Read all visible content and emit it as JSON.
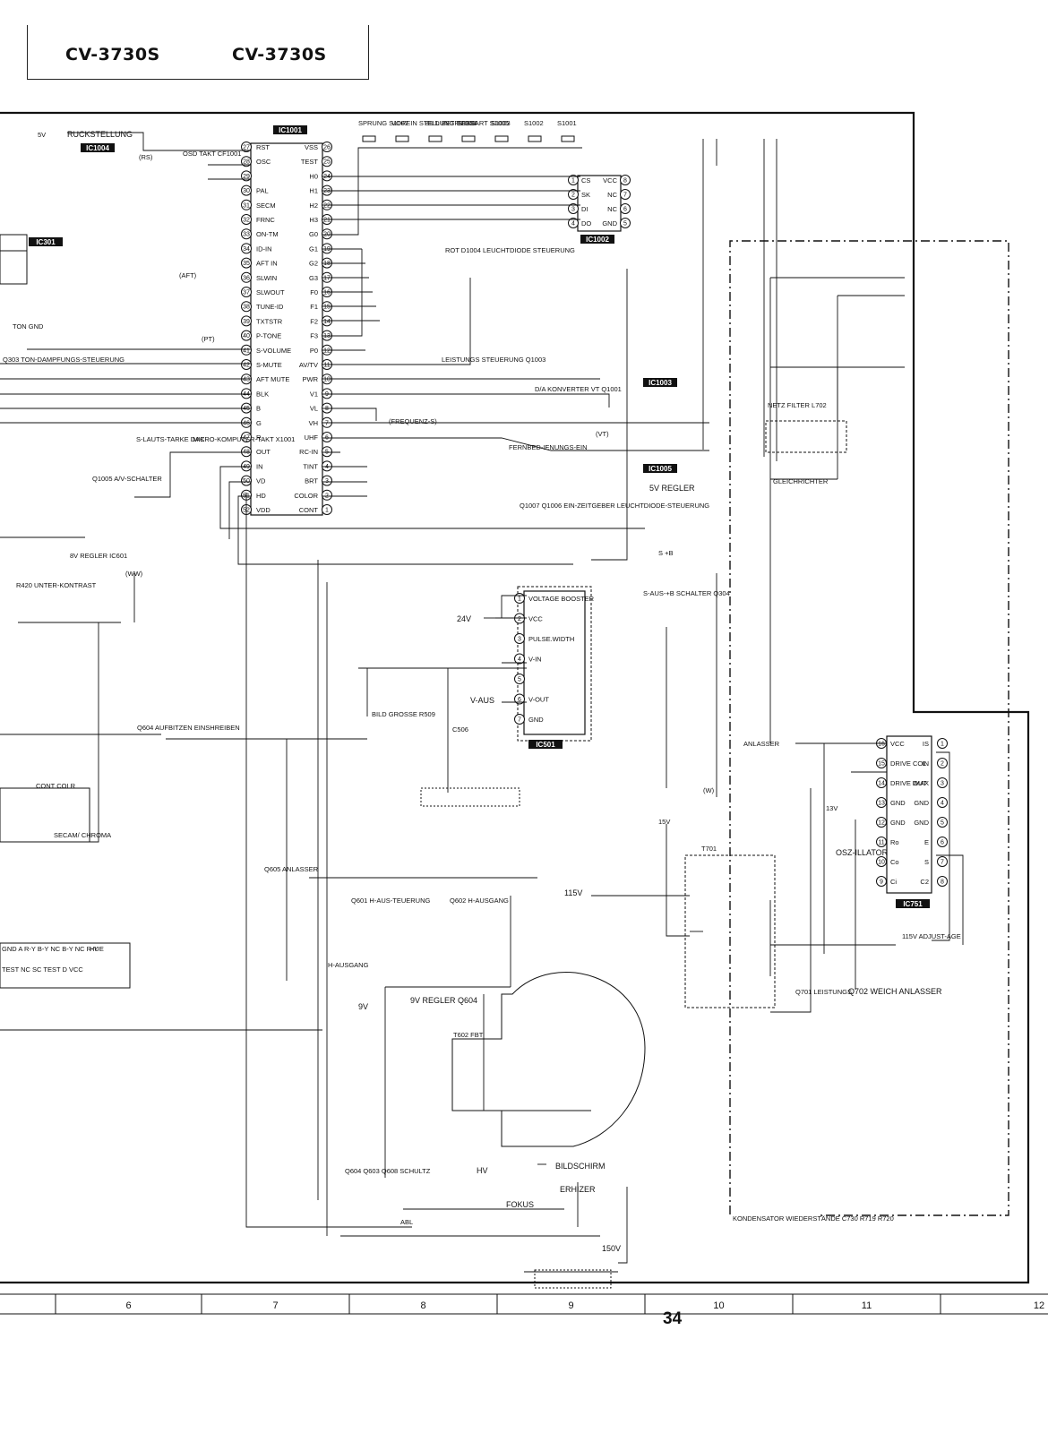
{
  "header": {
    "model_left": "CV-3730S",
    "model_right": "CV-3730S"
  },
  "page_number": "34",
  "grid_columns": [
    "6",
    "7",
    "8",
    "9",
    "10",
    "11",
    "12"
  ],
  "ic_tags": [
    "IC1001",
    "IC1002",
    "IC1003",
    "IC1005",
    "IC1004",
    "IC301",
    "IC501",
    "IC751"
  ],
  "ic1001": {
    "left_pins": [
      {
        "n": "27",
        "name": "RST"
      },
      {
        "n": "28",
        "name": "OSC"
      },
      {
        "n": "29",
        "name": ""
      },
      {
        "n": "30",
        "name": "PAL"
      },
      {
        "n": "31",
        "name": "SECM"
      },
      {
        "n": "32",
        "name": "FRNC"
      },
      {
        "n": "33",
        "name": "ON-TM"
      },
      {
        "n": "34",
        "name": "ID-IN"
      },
      {
        "n": "35",
        "name": "AFT IN"
      },
      {
        "n": "36",
        "name": "SLWIN"
      },
      {
        "n": "37",
        "name": "SLWOUT"
      },
      {
        "n": "38",
        "name": "TUNE-ID"
      },
      {
        "n": "39",
        "name": "TXTSTR"
      },
      {
        "n": "40",
        "name": "P-TONE"
      },
      {
        "n": "41",
        "name": "S-VOLUME"
      },
      {
        "n": "42",
        "name": "S-MUTE"
      },
      {
        "n": "43",
        "name": "AFT MUTE"
      },
      {
        "n": "44",
        "name": "BLK"
      },
      {
        "n": "45",
        "name": "B"
      },
      {
        "n": "46",
        "name": "G"
      },
      {
        "n": "47",
        "name": "R"
      },
      {
        "n": "48",
        "name": "OUT"
      },
      {
        "n": "49",
        "name": "IN"
      },
      {
        "n": "50",
        "name": "VD"
      },
      {
        "n": "51",
        "name": "HD"
      },
      {
        "n": "52",
        "name": "VDD"
      }
    ],
    "right_pins": [
      {
        "n": "26",
        "name": "VSS"
      },
      {
        "n": "25",
        "name": "TEST"
      },
      {
        "n": "24",
        "name": "H0"
      },
      {
        "n": "23",
        "name": "H1"
      },
      {
        "n": "22",
        "name": "H2"
      },
      {
        "n": "21",
        "name": "H3"
      },
      {
        "n": "20",
        "name": "G0"
      },
      {
        "n": "19",
        "name": "G1"
      },
      {
        "n": "18",
        "name": "G2"
      },
      {
        "n": "17",
        "name": "G3"
      },
      {
        "n": "16",
        "name": "F0"
      },
      {
        "n": "15",
        "name": "F1"
      },
      {
        "n": "14",
        "name": "F2"
      },
      {
        "n": "13",
        "name": "F3"
      },
      {
        "n": "12",
        "name": "P0"
      },
      {
        "n": "11",
        "name": "AV/TV"
      },
      {
        "n": "10",
        "name": "PWR"
      },
      {
        "n": "9",
        "name": "V1"
      },
      {
        "n": "8",
        "name": "VL"
      },
      {
        "n": "7",
        "name": "VH"
      },
      {
        "n": "6",
        "name": "UHF"
      },
      {
        "n": "5",
        "name": "RC-IN"
      },
      {
        "n": "4",
        "name": "TINT"
      },
      {
        "n": "3",
        "name": "BRT"
      },
      {
        "n": "2",
        "name": "COLOR"
      },
      {
        "n": "1",
        "name": "CONT"
      }
    ]
  },
  "ic1002_pins": {
    "left": [
      "CS",
      "SK",
      "DI",
      "DO"
    ],
    "left_n": [
      "1",
      "2",
      "3",
      "4"
    ],
    "right": [
      "VCC",
      "NC",
      "NC",
      "GND"
    ],
    "right_n": [
      "8",
      "7",
      "6",
      "5"
    ]
  },
  "ic501_pins": [
    {
      "n": "1",
      "name": "VOLTAGE BOOSTER"
    },
    {
      "n": "2",
      "name": "VCC"
    },
    {
      "n": "3",
      "name": "PULSE.WIDTH"
    },
    {
      "n": "4",
      "name": "V-IN"
    },
    {
      "n": "5",
      "name": ""
    },
    {
      "n": "6",
      "name": "V-OUT"
    },
    {
      "n": "7",
      "name": "GND"
    }
  ],
  "ic751": {
    "left": [
      {
        "n": "16",
        "name": "VCC"
      },
      {
        "n": "15",
        "name": "DRIVE COL"
      },
      {
        "n": "14",
        "name": "DRIVE OUT"
      },
      {
        "n": "13",
        "name": "GND"
      },
      {
        "n": "12",
        "name": "GND"
      },
      {
        "n": "11",
        "name": "Ro"
      },
      {
        "n": "10",
        "name": "Co"
      },
      {
        "n": "9",
        "name": "Ci"
      }
    ],
    "right": [
      {
        "n": "1",
        "name": "IS"
      },
      {
        "n": "2",
        "name": "IN"
      },
      {
        "n": "3",
        "name": "IMAX"
      },
      {
        "n": "4",
        "name": "GND"
      },
      {
        "n": "5",
        "name": "GND"
      },
      {
        "n": "6",
        "name": "E"
      },
      {
        "n": "7",
        "name": "S"
      },
      {
        "n": "8",
        "name": "C2"
      }
    ]
  },
  "switch_labels": [
    "SPRUNG S1007",
    "VOREIN STELLUNG S1006",
    "BILD BETRIEBSART S1005",
    "S1004",
    "S1003",
    "S1002",
    "S1001"
  ],
  "labels": {
    "ruckstellung": "RUCKSTELLUNG",
    "five_v": "5V",
    "rs": "(RS)",
    "osd_takt": "OSD TAKT CF1001",
    "aft": "(AFT)",
    "pt": "(PT)",
    "ton_gnd": "TON GND",
    "ton_dampfung": "Q303 TON-DAMPFUNGS-STEUERUNG",
    "rot_led": "ROT D1004 LEUCHTDIODE STEUERUNG",
    "leistungs": "LEISTUNGS STEUERUNG Q1003",
    "da_konverter": "D/A KONVERTER VT Q1001",
    "frequenz": "(FREQUENZ-S)",
    "vt": "(VT)",
    "fernbed": "FERNBED-IENUNGS-EIN",
    "slauts": "S-LAUTS-TARKE DAC",
    "mikro": "MIKRO-KOMPUTER-TAKT X1001",
    "q1005": "Q1005 A/V-SCHALTER",
    "regler_5v": "5V REGLER",
    "q1007": "Q1007 Q1006 EIN-ZEITGEBER LEUCHTDIODE-STEUERUNG",
    "regler_8v": "8V REGLER IC601",
    "ww": "(WW)",
    "r420": "R420 UNTER-KONTRAST",
    "plus_b": "S +B",
    "s_aus": "S-AUS-+B SCHALTER Q304",
    "v24": "24V",
    "v_aus": "V-AUS",
    "bild_grosse": "BILD GROSSE R509",
    "c506": "C506",
    "q604": "Q604 AUFBITZEN EINSHREIBEN",
    "q605": "Q605 ANLASSER",
    "netz_filter": "NETZ FILTER L702",
    "gleichrichter": "GLEICHRICHTER",
    "anlasser": "ANLASSER",
    "v115": "115V",
    "v13": "13V",
    "v15": "15V",
    "oszillator": "OSZ-ILLATOR",
    "t701": "T701",
    "q601": "Q601 H-AUS-TEUERUNG",
    "q602": "Q602 H-AUSGANG",
    "h_ausgang": "H-AUSGANG",
    "v115_adj": "115V ADJUST-AGE",
    "q701": "Q701 LEISTUNGS",
    "q702": "Q702 WEICH ANLASSER",
    "v9": "9V",
    "regler_9v": "9V REGLER Q604",
    "t602": "T602 FBT",
    "bildschirm": "BILDSCHIRM",
    "hv": "HV",
    "erhizer": "ERHIZER",
    "fokus": "FOKUS",
    "abl": "ABL",
    "schultz": "Q604 Q603 Q608 SCHULTZ",
    "v150": "150V",
    "kondensator": "KONDENSATOR WIEDERSTÄNDE C730 R719 R720",
    "ic301_pins": "GND A R-Y B-Y NC B-Y NC R-Y",
    "contcolr": "CONT COLR",
    "secam": "SECAM/ CHROMA",
    "hue": "HUE",
    "test": "TEST NC SC TEST D VCC",
    "w": "(W)"
  }
}
